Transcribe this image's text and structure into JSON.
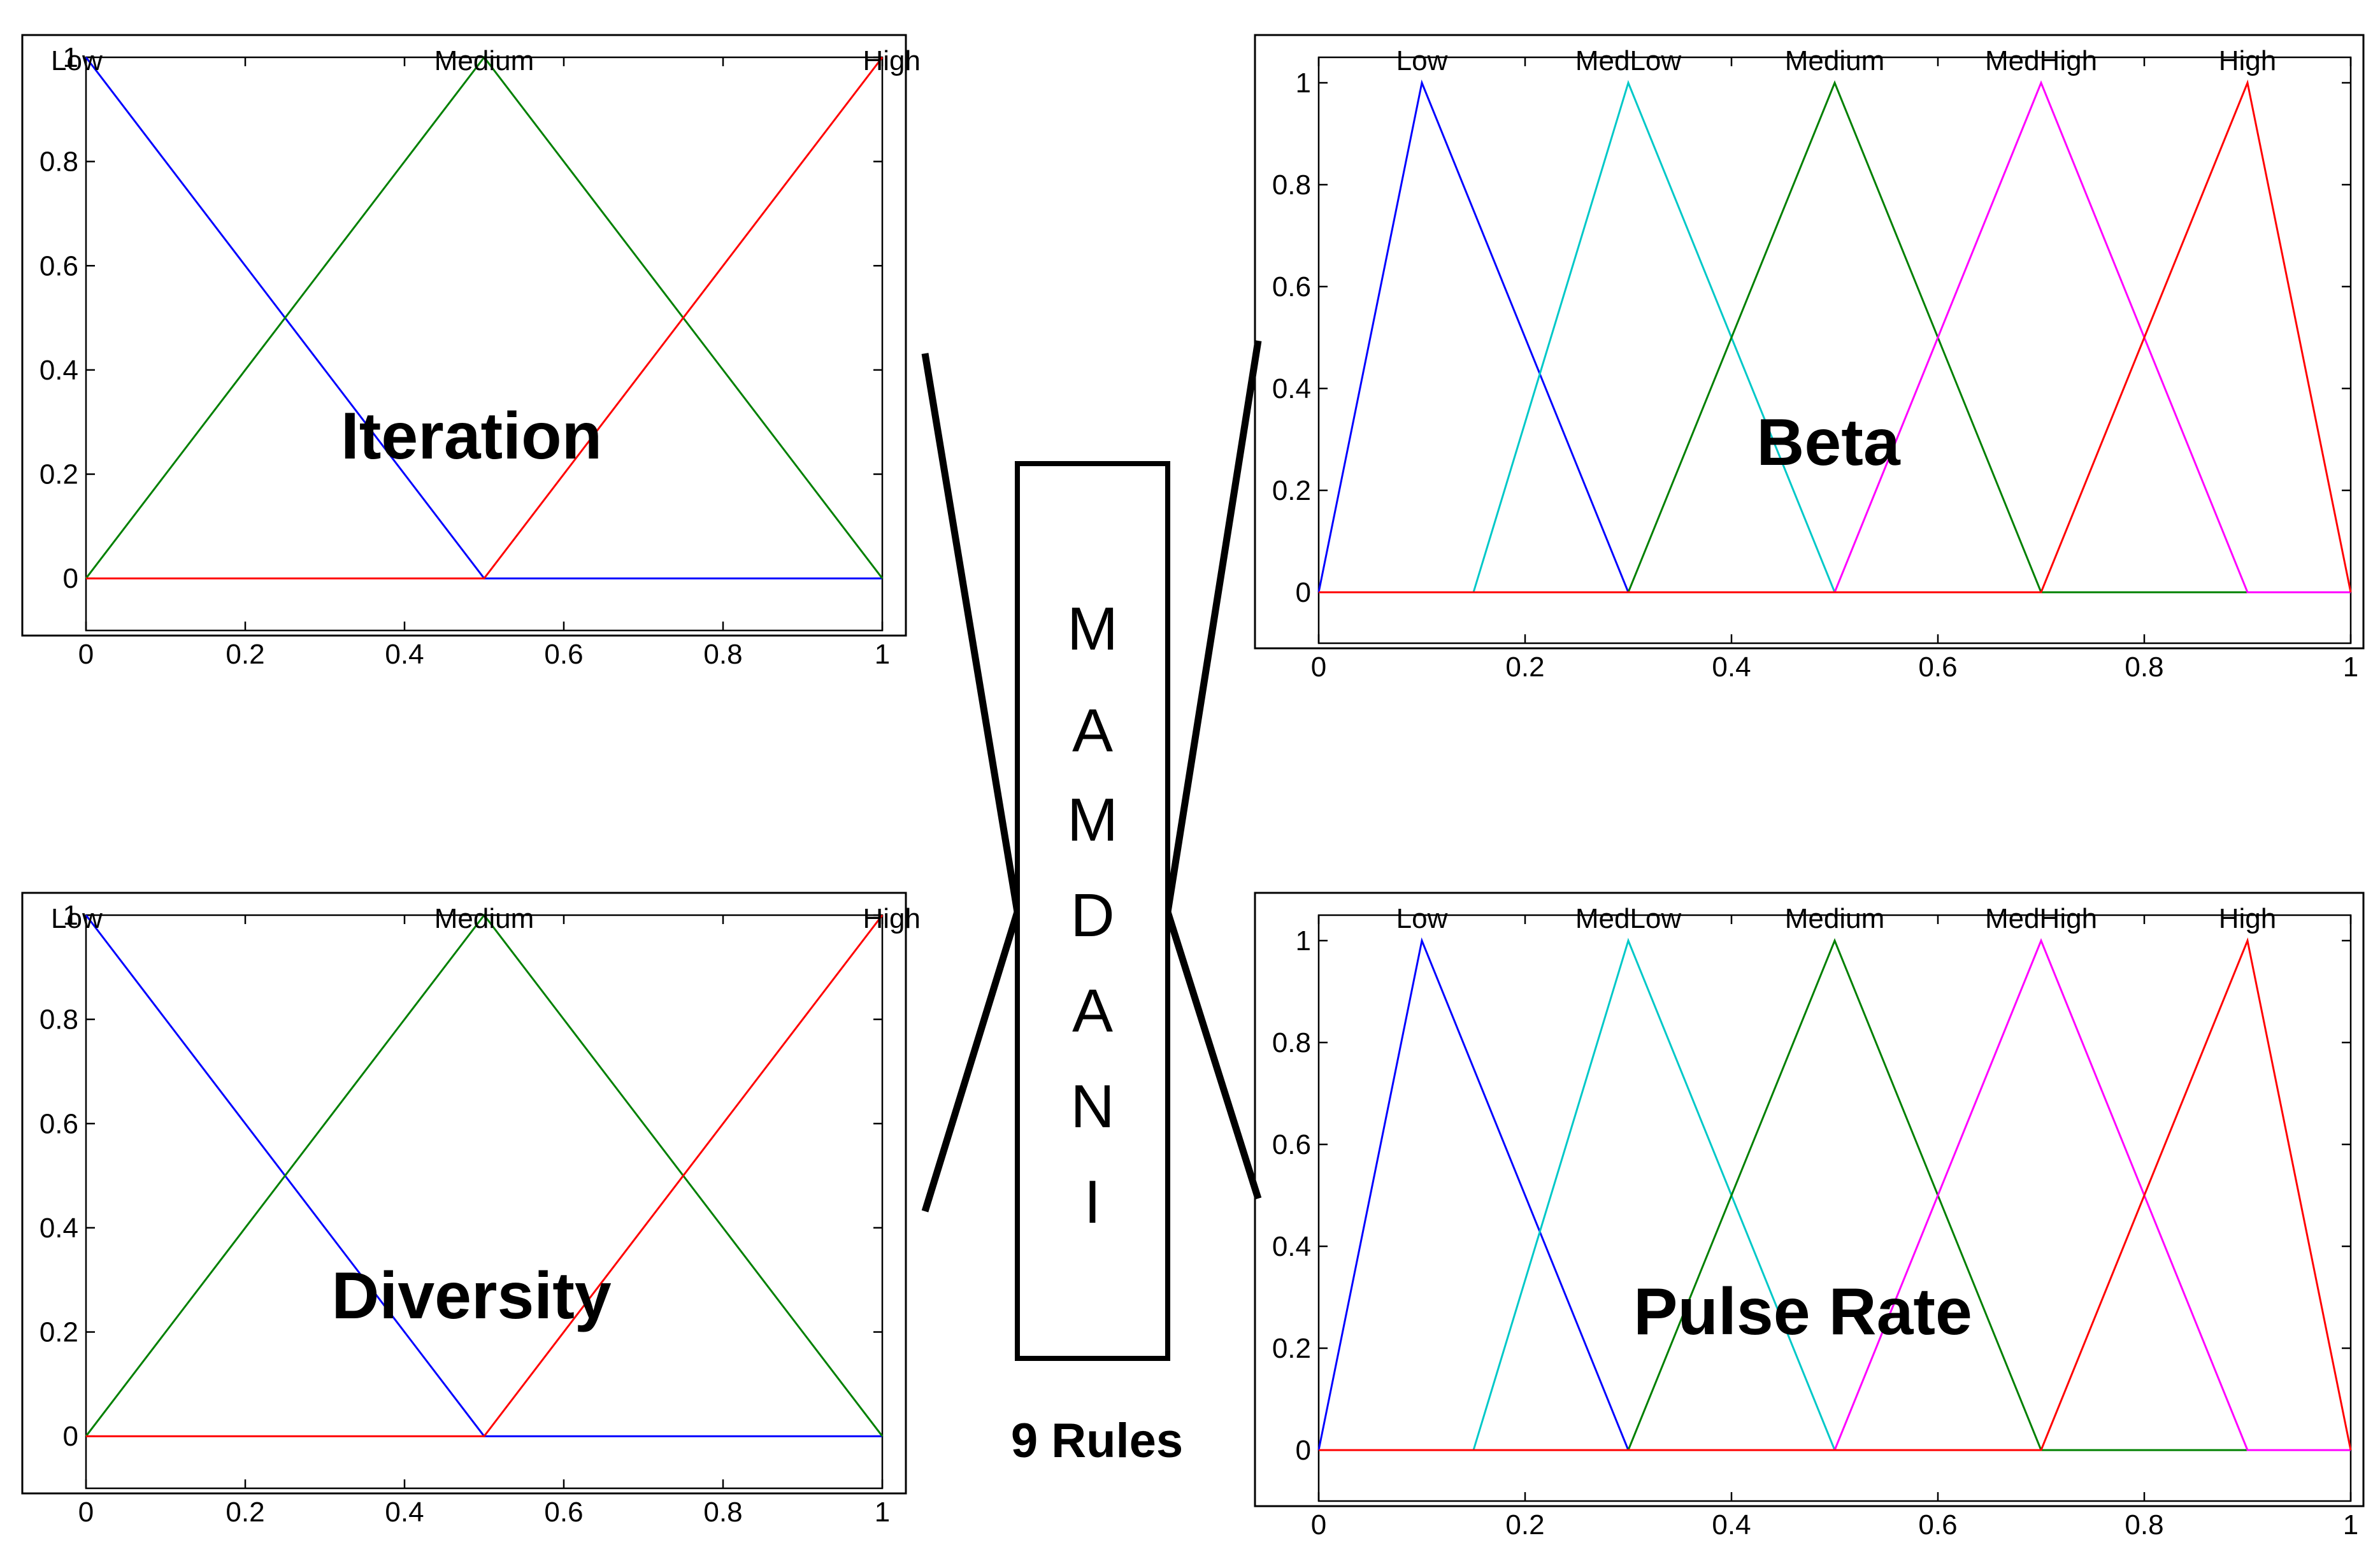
{
  "center": {
    "letters": [
      "M",
      "A",
      "M",
      "D",
      "A",
      "N",
      "I"
    ],
    "rules_label": "9 Rules"
  },
  "colors": {
    "blue": "#0000ff",
    "green": "#008000",
    "red": "#ff0000",
    "cyan": "#00c8c8",
    "magenta": "#ff00ff"
  },
  "chart_data": [
    {
      "type": "line",
      "variable": "Iteration",
      "title": "",
      "xlabel": "",
      "ylabel": "",
      "xlim": [
        0,
        1
      ],
      "ylim": [
        -0.1,
        1
      ],
      "xticks": [
        "0",
        "0.2",
        "0.4",
        "0.6",
        "0.8",
        "1"
      ],
      "yticks": [
        "0",
        "0.2",
        "0.4",
        "0.6",
        "0.8",
        "1"
      ],
      "grid": false,
      "series": [
        {
          "name": "Low",
          "color": "#0000ff",
          "x": [
            0,
            0.5,
            1
          ],
          "y": [
            1,
            0,
            0
          ]
        },
        {
          "name": "Medium",
          "color": "#008000",
          "x": [
            0,
            0.5,
            1
          ],
          "y": [
            0,
            1,
            0
          ]
        },
        {
          "name": "High",
          "color": "#ff0000",
          "x": [
            0,
            0.5,
            1
          ],
          "y": [
            0,
            0,
            1
          ]
        }
      ]
    },
    {
      "type": "line",
      "variable": "Beta",
      "title": "",
      "xlabel": "",
      "ylabel": "",
      "xlim": [
        0,
        1
      ],
      "ylim": [
        -0.1,
        1.05
      ],
      "xticks": [
        "0",
        "0.2",
        "0.4",
        "0.6",
        "0.8",
        "1"
      ],
      "yticks": [
        "0",
        "0.2",
        "0.4",
        "0.6",
        "0.8",
        "1"
      ],
      "grid": false,
      "series": [
        {
          "name": "Low",
          "color": "#0000ff",
          "x": [
            0,
            0.1,
            0.3,
            1
          ],
          "y": [
            0,
            1,
            0,
            0
          ]
        },
        {
          "name": "MedLow",
          "color": "#00c8c8",
          "x": [
            0,
            0.15,
            0.3,
            0.5,
            1
          ],
          "y": [
            0,
            0,
            1,
            0,
            0
          ]
        },
        {
          "name": "Medium",
          "color": "#008000",
          "x": [
            0,
            0.3,
            0.5,
            0.7,
            1
          ],
          "y": [
            0,
            0,
            1,
            0,
            0
          ]
        },
        {
          "name": "MedHigh",
          "color": "#ff00ff",
          "x": [
            0,
            0.5,
            0.7,
            0.9,
            1
          ],
          "y": [
            0,
            0,
            1,
            0,
            0
          ]
        },
        {
          "name": "High",
          "color": "#ff0000",
          "x": [
            0,
            0.7,
            0.9,
            1
          ],
          "y": [
            0,
            0,
            1,
            0
          ]
        }
      ]
    },
    {
      "type": "line",
      "variable": "Diversity",
      "title": "",
      "xlabel": "",
      "ylabel": "",
      "xlim": [
        0,
        1
      ],
      "ylim": [
        -0.1,
        1
      ],
      "xticks": [
        "0",
        "0.2",
        "0.4",
        "0.6",
        "0.8",
        "1"
      ],
      "yticks": [
        "0",
        "0.2",
        "0.4",
        "0.6",
        "0.8",
        "1"
      ],
      "grid": false,
      "series": [
        {
          "name": "Low",
          "color": "#0000ff",
          "x": [
            0,
            0.5,
            1
          ],
          "y": [
            1,
            0,
            0
          ]
        },
        {
          "name": "Medium",
          "color": "#008000",
          "x": [
            0,
            0.5,
            1
          ],
          "y": [
            0,
            1,
            0
          ]
        },
        {
          "name": "High",
          "color": "#ff0000",
          "x": [
            0,
            0.5,
            1
          ],
          "y": [
            0,
            0,
            1
          ]
        }
      ]
    },
    {
      "type": "line",
      "variable": "Pulse Rate",
      "title": "",
      "xlabel": "",
      "ylabel": "",
      "xlim": [
        0,
        1
      ],
      "ylim": [
        -0.1,
        1.05
      ],
      "xticks": [
        "0",
        "0.2",
        "0.4",
        "0.6",
        "0.8",
        "1"
      ],
      "yticks": [
        "0",
        "0.2",
        "0.4",
        "0.6",
        "0.8",
        "1"
      ],
      "grid": false,
      "series": [
        {
          "name": "Low",
          "color": "#0000ff",
          "x": [
            0,
            0.1,
            0.3,
            1
          ],
          "y": [
            0,
            1,
            0,
            0
          ]
        },
        {
          "name": "MedLow",
          "color": "#00c8c8",
          "x": [
            0,
            0.15,
            0.3,
            0.5,
            1
          ],
          "y": [
            0,
            0,
            1,
            0,
            0
          ]
        },
        {
          "name": "Medium",
          "color": "#008000",
          "x": [
            0,
            0.3,
            0.5,
            0.7,
            1
          ],
          "y": [
            0,
            0,
            1,
            0,
            0
          ]
        },
        {
          "name": "MedHigh",
          "color": "#ff00ff",
          "x": [
            0,
            0.5,
            0.7,
            0.9,
            1
          ],
          "y": [
            0,
            0,
            1,
            0,
            0
          ]
        },
        {
          "name": "High",
          "color": "#ff0000",
          "x": [
            0,
            0.7,
            0.9,
            1
          ],
          "y": [
            0,
            0,
            1,
            0
          ]
        }
      ]
    }
  ]
}
